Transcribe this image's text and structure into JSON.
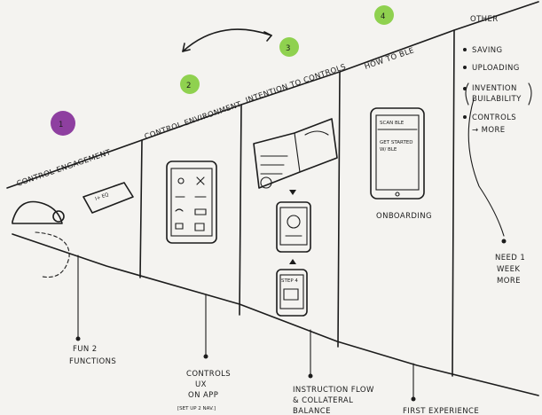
{
  "stages": [
    {
      "number": "1",
      "title": "CONTROL ENGAGEMENT",
      "bottom_note": [
        "FUN 2",
        "FUNCTIONS"
      ],
      "circle_color": "#8e3fa0"
    },
    {
      "number": "2",
      "title": "CONTROL ENVIRONMENT",
      "bottom_note": [
        "CONTROLS",
        "UX",
        "ON APP",
        "[SET UP 2 NAV.]"
      ],
      "circle_color": "#8fd14f"
    },
    {
      "number": "3",
      "title": "INTENTION TO CONTROLS",
      "bottom_note": [
        "INSTRUCTION FLOW",
        "& COLLATERAL",
        "BALANCE"
      ],
      "circle_color": "#8fd14f"
    },
    {
      "number": "4",
      "title": "HOW TO BLE",
      "bottom_note": [
        "FIRST EXPERIENCE"
      ],
      "circle_color": "#8fd14f"
    }
  ],
  "other": {
    "title": "OTHER",
    "items": [
      "SAVING",
      "UPLOADING",
      "INVENTION",
      "BUILABILITY",
      "CONTROLS",
      "→ MORE"
    ],
    "note": [
      "NEED 1",
      "WEEK",
      "MORE"
    ]
  },
  "sketch_text": {
    "phone_top": "SCAN BLE",
    "phone_mid_1": "GET STARTED",
    "phone_mid_2": "W/ BLE",
    "onboarding": "ONBOARDING",
    "step": "STEP 4",
    "box_label": "I+ EQ"
  }
}
